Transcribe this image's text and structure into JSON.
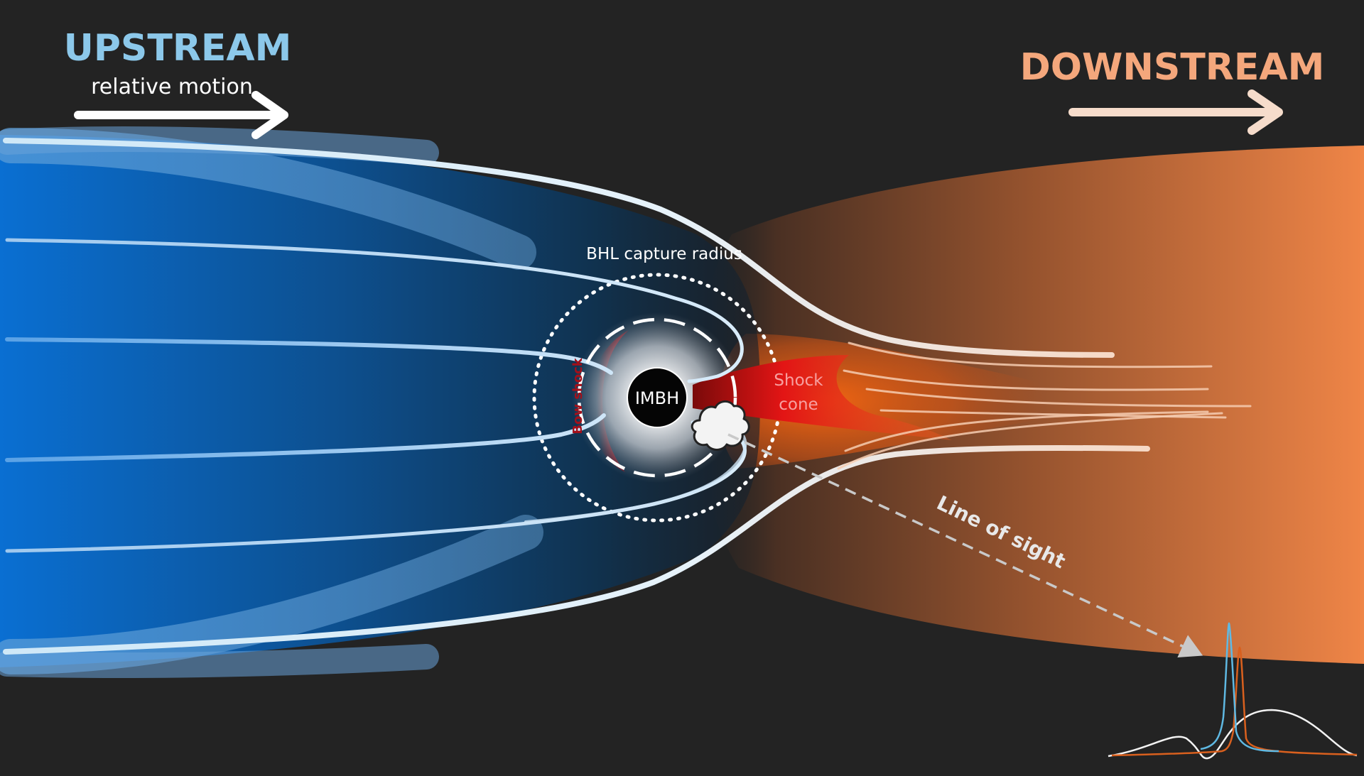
{
  "labels": {
    "upstream": "UPSTREAM",
    "relative_motion": "relative motion",
    "downstream": "DOWNSTREAM",
    "bhl_capture_radius": "BHL capture radius",
    "imbh": "IMBH",
    "shock_cone_line1": "Shock",
    "shock_cone_line2": "cone",
    "bow_shock": "Bow shock",
    "line_of_sight": "Line of sight"
  },
  "colors": {
    "background": "#232323",
    "upstream_title": "#8cc8ea",
    "downstream_title": "#f4a77c",
    "upstream_flow_light": "#0b6ed0",
    "downstream_flow": "#ef8547",
    "shock_cone": "#e31515",
    "bow_shock": "#b3121f",
    "spectrum_blue": "#5fb9e3",
    "spectrum_orange": "#d9601e",
    "spectrum_white": "#f2f2f2"
  },
  "icons": {
    "upstream_arrow": "arrow-right-icon",
    "downstream_arrow": "arrow-right-icon",
    "cloud": "cloud-icon"
  }
}
